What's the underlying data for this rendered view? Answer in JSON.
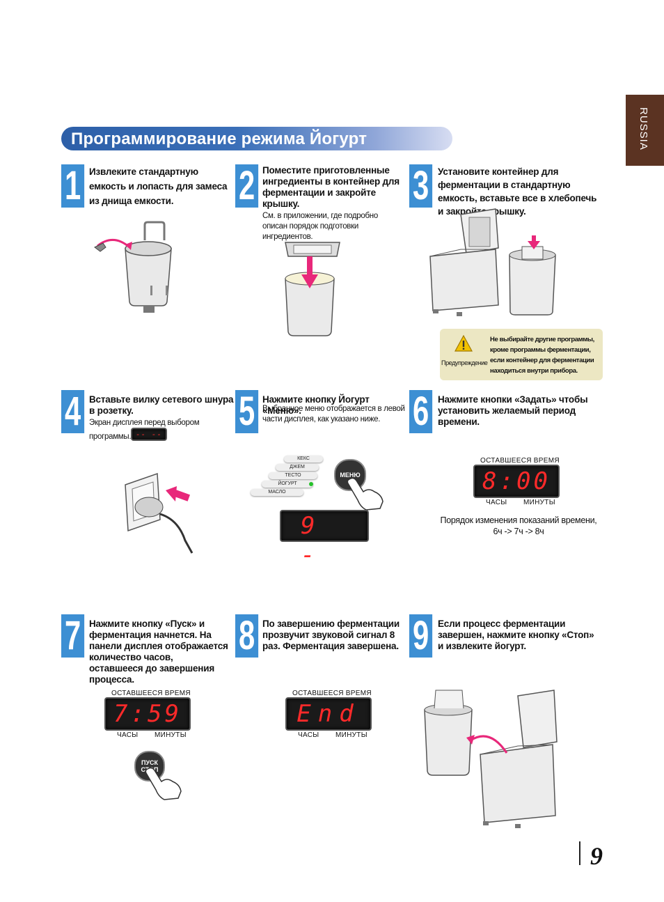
{
  "sidebar": {
    "language": "RUSSIA"
  },
  "header": {
    "title": "Программирование режима Йогурт"
  },
  "steps": [
    {
      "num": "1",
      "text": "Извлеките стандартную емкость и лопасть для замеса из днища емкости.",
      "sub": ""
    },
    {
      "num": "2",
      "text": "Поместите приготовленные ингредиенты в контейнер для ферментации и закройте крышку.",
      "sub": "См. в приложении, где подробно описан порядок подготовки ингредиентов."
    },
    {
      "num": "3",
      "text": "Установите контейнер для ферментации в стандартную емкость, вставьте все в хлебопечь и закройте крышку.",
      "sub": ""
    },
    {
      "num": "4",
      "text": "Вставьте вилку сетевого шнура в розетку.",
      "sub": "Экран дисплея перед выбором программы."
    },
    {
      "num": "5",
      "text": "Нажмите кнопку Йогурт «Меню».",
      "sub": "Выбранное меню отображается в левой части дисплея, как указано ниже."
    },
    {
      "num": "6",
      "text": "Нажмите кнопки «Задать» чтобы установить желаемый период времени.",
      "sub": ""
    },
    {
      "num": "7",
      "text": "Нажмите кнопку «Пуск» и ферментация начнется. На панели дисплея отображается количество часов, оставшееся до завершения процесса.",
      "sub": ""
    },
    {
      "num": "8",
      "text": "По завершению ферментации прозвучит звуковой сигнал 8 раз. Ферментация завершена.",
      "sub": ""
    },
    {
      "num": "9",
      "text": "Если процесс ферментации завершен, нажмите кнопку «Стоп» и извлеките йогурт.",
      "sub": ""
    }
  ],
  "warning": {
    "label": "Предупреждение",
    "text": "Не выбирайте другие программы, кроме программы ферментации, если контейнер для ферментации находиться внутри прибора."
  },
  "display4": {
    "value": "-- --"
  },
  "menu_list": [
    "КЕКС",
    "ДЖЕМ",
    "ТЕСТО",
    "ЙОГУРТ",
    "МАСЛО"
  ],
  "menu_button": "МЕНЮ",
  "display5": {
    "value": "9 -"
  },
  "display6": {
    "top": "ОСТАВШЕЕСЯ ВРЕМЯ",
    "value": "8:00",
    "hours": "ЧАСЫ",
    "minutes": "МИНУТЫ",
    "note_line1": "Порядок изменения показаний времени,",
    "note_line2": "6ч -> 7ч -> 8ч"
  },
  "display7": {
    "top": "ОСТАВШЕЕСЯ ВРЕМЯ",
    "value": "7:59",
    "hours": "ЧАСЫ",
    "minutes": "МИНУТЫ"
  },
  "start_button": {
    "line1": "ПУСК",
    "line2": "СТОП"
  },
  "display8": {
    "top": "ОСТАВШЕЕСЯ ВРЕМЯ",
    "value": "End",
    "hours": "ЧАСЫ",
    "minutes": "МИНУТЫ"
  },
  "page_number": "9"
}
